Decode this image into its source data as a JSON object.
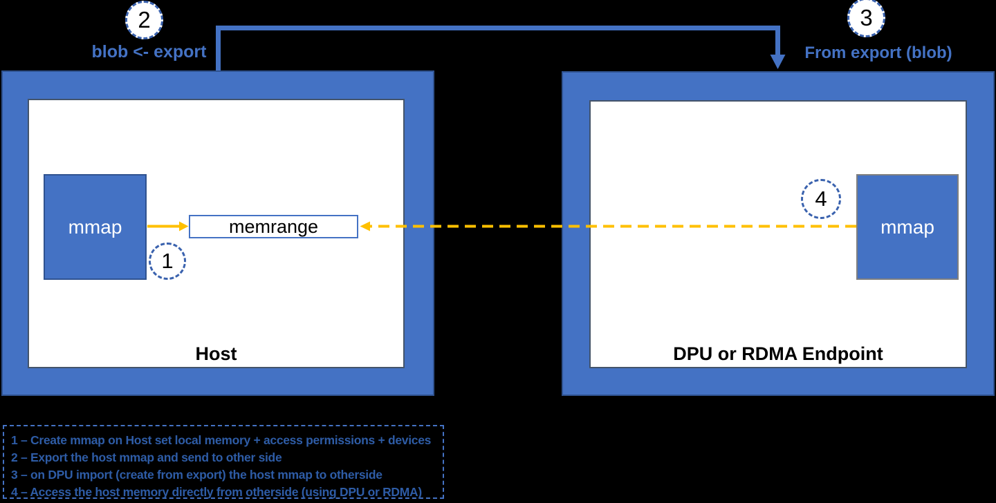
{
  "colors": {
    "canvas_bg": "#000000",
    "box_blue": "#4472C4",
    "box_outline": "#2F528F",
    "accent_gold": "#FFC000",
    "label_blue": "#4472C4",
    "legend_text": "#2E5CA6"
  },
  "host_panel": {
    "title": "Host",
    "mmap_label": "mmap",
    "memrange_label": "memrange"
  },
  "dpu_panel": {
    "title": "DPU or RDMA Endpoint",
    "mmap_label": "mmap"
  },
  "callouts": {
    "step1": {
      "number": "1"
    },
    "step2": {
      "number": "2",
      "label": "blob <- export"
    },
    "step3": {
      "number": "3",
      "label": "From export (blob)"
    },
    "step4": {
      "number": "4"
    }
  },
  "legend": {
    "items": [
      "1 – Create mmap on Host set local memory + access permissions + devices",
      "2 – Export the host mmap and send to other side",
      "3 – on DPU import (create from export) the host mmap to otherside",
      "4 – Access the host memory directly from otherside (using DPU or RDMA)"
    ]
  }
}
